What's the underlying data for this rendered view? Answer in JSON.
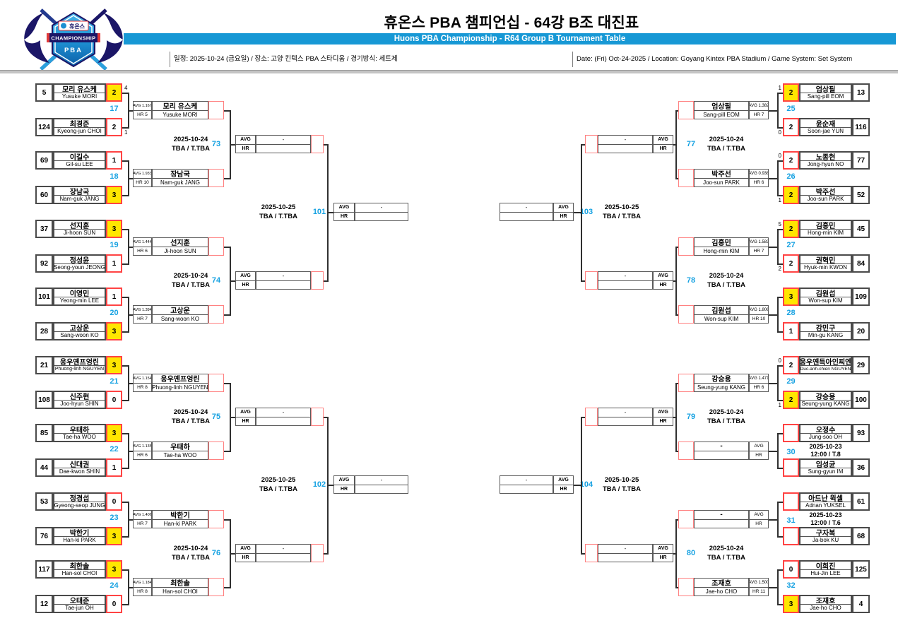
{
  "header": {
    "title_kr": "휴온스 PBA 챔피언십 - 64강 B조 대진표",
    "subtitle_en": "Huons PBA Championship - R64 Group B Tournament Table",
    "info_kr": "일정: 2025-10-24 (금요일) / 장소: 고양 킨텍스 PBA 스타디움 / 경기방식: 세트제",
    "info_en": "Date: (Fri) Oct-24-2025 / Location: Goyang Kintex PBA Stadium / Game System: Set System",
    "logo": {
      "brand": "휴온스",
      "championship": "CHAMPIONSHIP",
      "pba": "PBA"
    }
  },
  "colors": {
    "accent_blue": "#1798d5",
    "match_number_blue": "#17a2e2",
    "winner_yellow": "#ffe600",
    "score_border_red": "#ff4343",
    "logo_navy": "#1b1667"
  },
  "labels": {
    "avg": "AVG",
    "hr": "HR"
  },
  "r64": [
    {
      "no": "17",
      "p1": {
        "seed": "5",
        "kr": "모리 유스케",
        "en": "Yusuke MORI",
        "score": "2",
        "win": true,
        "so": "4"
      },
      "p2": {
        "seed": "124",
        "kr": "최경준",
        "en": "Kyeong-jun CHOI",
        "score": "2",
        "win": false,
        "so": "1"
      }
    },
    {
      "no": "18",
      "p1": {
        "seed": "69",
        "kr": "이길수",
        "en": "Gil-su LEE",
        "score": "1",
        "win": false
      },
      "p2": {
        "seed": "60",
        "kr": "장남국",
        "en": "Nam-guk JANG",
        "score": "3",
        "win": true
      }
    },
    {
      "no": "19",
      "p1": {
        "seed": "37",
        "kr": "선지훈",
        "en": "Ji-hoon SUN",
        "score": "3",
        "win": true
      },
      "p2": {
        "seed": "92",
        "kr": "정성윤",
        "en": "Seong-youn JEONG",
        "score": "1",
        "win": false
      }
    },
    {
      "no": "20",
      "p1": {
        "seed": "101",
        "kr": "이영민",
        "en": "Yeong-min LEE",
        "score": "1",
        "win": false
      },
      "p2": {
        "seed": "28",
        "kr": "고상운",
        "en": "Sang-woon KO",
        "score": "3",
        "win": true
      }
    },
    {
      "no": "21",
      "p1": {
        "seed": "21",
        "kr": "응우옌프엉린",
        "en": "Phuong-linh NGUYEN",
        "score": "3",
        "win": true
      },
      "p2": {
        "seed": "108",
        "kr": "신주현",
        "en": "Joo-hyun SHIN",
        "score": "0",
        "win": false
      }
    },
    {
      "no": "22",
      "p1": {
        "seed": "85",
        "kr": "우태하",
        "en": "Tae-ha WOO",
        "score": "3",
        "win": true
      },
      "p2": {
        "seed": "44",
        "kr": "신대권",
        "en": "Dae-kwon SHIN",
        "score": "1",
        "win": false
      }
    },
    {
      "no": "23",
      "p1": {
        "seed": "53",
        "kr": "정경섭",
        "en": "Gyeong-seop JUNG",
        "score": "0",
        "win": false
      },
      "p2": {
        "seed": "76",
        "kr": "박한기",
        "en": "Han-ki PARK",
        "score": "3",
        "win": true
      }
    },
    {
      "no": "24",
      "p1": {
        "seed": "117",
        "kr": "최한솔",
        "en": "Han-sol CHOI",
        "score": "3",
        "win": true
      },
      "p2": {
        "seed": "12",
        "kr": "오태준",
        "en": "Tae-jun OH",
        "score": "0",
        "win": false
      }
    },
    {
      "no": "25",
      "p1": {
        "seed": "13",
        "kr": "엄상필",
        "en": "Sang-pill EOM",
        "score": "2",
        "win": true,
        "so": "1"
      },
      "p2": {
        "seed": "116",
        "kr": "윤순재",
        "en": "Soon-jae YUN",
        "score": "2",
        "win": false,
        "so": "0"
      }
    },
    {
      "no": "26",
      "p1": {
        "seed": "77",
        "kr": "노종현",
        "en": "Jong-hyun NO",
        "score": "2",
        "win": false,
        "so": "0"
      },
      "p2": {
        "seed": "52",
        "kr": "박주선",
        "en": "Joo-sun PARK",
        "score": "2",
        "win": true,
        "so": "1"
      }
    },
    {
      "no": "27",
      "p1": {
        "seed": "45",
        "kr": "김홍민",
        "en": "Hong-min KIM",
        "score": "2",
        "win": true,
        "so": "5"
      },
      "p2": {
        "seed": "84",
        "kr": "권혁민",
        "en": "Hyuk-min KWON",
        "score": "2",
        "win": false,
        "so": "2"
      }
    },
    {
      "no": "28",
      "p1": {
        "seed": "109",
        "kr": "김원섭",
        "en": "Won-sup KIM",
        "score": "3",
        "win": true
      },
      "p2": {
        "seed": "20",
        "kr": "강민구",
        "en": "Min-gu KANG",
        "score": "1",
        "win": false
      }
    },
    {
      "no": "29",
      "p1": {
        "seed": "29",
        "kr": "응우옌득아인찌엔",
        "en": "Duc-anh-chien NGUYEN",
        "score": "2",
        "win": false,
        "so": "0"
      },
      "p2": {
        "seed": "100",
        "kr": "강승용",
        "en": "Seung-yung KANG",
        "score": "2",
        "win": true,
        "so": "1"
      }
    },
    {
      "no": "30",
      "schedule": {
        "date": "2025-10-23",
        "time": "12:00 / T.8"
      },
      "p1": {
        "seed": "93",
        "kr": "오정수",
        "en": "Jung-soo OH",
        "score": "",
        "win": false
      },
      "p2": {
        "seed": "36",
        "kr": "임성균",
        "en": "Sung-gyun IM",
        "score": "",
        "win": false
      }
    },
    {
      "no": "31",
      "schedule": {
        "date": "2025-10-23",
        "time": "12:00 / T.6"
      },
      "p1": {
        "seed": "61",
        "kr": "아드난 윅셀",
        "en": "Adnan YUKSEL",
        "score": "",
        "win": false
      },
      "p2": {
        "seed": "68",
        "kr": "구자복",
        "en": "Ja-bok KU",
        "score": "",
        "win": false
      }
    },
    {
      "no": "32",
      "p1": {
        "seed": "125",
        "kr": "이희진",
        "en": "Hui-Jin LEE",
        "score": "0",
        "win": false
      },
      "p2": {
        "seed": "4",
        "kr": "조재호",
        "en": "Jae-ho CHO",
        "score": "3",
        "win": true
      }
    }
  ],
  "r32": [
    {
      "no": "73",
      "date": "2025-10-24",
      "slot": "TBA / T.TBA",
      "result_avg": "-",
      "result_hr": "",
      "w1": {
        "avg": "AVG 1.167",
        "hr": "HR 5",
        "kr": "모리 유스케",
        "en": "Yusuke MORI"
      },
      "w2": {
        "avg": "AVG 1.933",
        "hr": "HR 10",
        "kr": "장남국",
        "en": "Nam-guk JANG"
      }
    },
    {
      "no": "74",
      "date": "2025-10-24",
      "slot": "TBA / T.TBA",
      "result_avg": "-",
      "result_hr": "",
      "w1": {
        "avg": "AVG 1.444",
        "hr": "HR 6",
        "kr": "선지훈",
        "en": "Ji-hoon SUN"
      },
      "w2": {
        "avg": "AVG 1.394",
        "hr": "HR 7",
        "kr": "고상운",
        "en": "Sang-woon KO"
      }
    },
    {
      "no": "75",
      "date": "2025-10-24",
      "slot": "TBA / T.TBA",
      "result_avg": "-",
      "result_hr": "",
      "w1": {
        "avg": "AVG 1.154",
        "hr": "HR 8",
        "kr": "응우옌프엉린",
        "en": "Phuong-linh NGUYEN"
      },
      "w2": {
        "avg": "AVG 1.135",
        "hr": "HR 6",
        "kr": "우태하",
        "en": "Tae-ha WOO"
      }
    },
    {
      "no": "76",
      "date": "2025-10-24",
      "slot": "TBA / T.TBA",
      "result_avg": "-",
      "result_hr": "",
      "w1": {
        "avg": "AVG 1.406",
        "hr": "HR 7",
        "kr": "박한기",
        "en": "Han-ki PARK"
      },
      "w2": {
        "avg": "AVG 1.184",
        "hr": "HR 8",
        "kr": "최한솔",
        "en": "Han-sol CHOI"
      }
    },
    {
      "no": "77",
      "date": "2025-10-24",
      "slot": "TBA / T.TBA",
      "result_avg": "-",
      "result_hr": "",
      "w1": {
        "avg": "AVG 1.382",
        "hr": "HR 7",
        "kr": "엄상필",
        "en": "Sang-pill EOM"
      },
      "w2": {
        "avg": "AVG 0.938",
        "hr": "HR 6",
        "kr": "박주선",
        "en": "Joo-sun PARK"
      }
    },
    {
      "no": "78",
      "date": "2025-10-24",
      "slot": "TBA / T.TBA",
      "result_avg": "-",
      "result_hr": "",
      "w1": {
        "avg": "AVG 1.583",
        "hr": "HR 7",
        "kr": "김홍민",
        "en": "Hong-min KIM"
      },
      "w2": {
        "avg": "AVG 1.806",
        "hr": "HR 10",
        "kr": "김원섭",
        "en": "Won-sup KIM"
      }
    },
    {
      "no": "79",
      "date": "2025-10-24",
      "slot": "TBA / T.TBA",
      "result_avg": "-",
      "result_hr": "",
      "w1": {
        "avg": "AVG 1.471",
        "hr": "HR 6",
        "kr": "강승용",
        "en": "Seung-yung KANG"
      },
      "w2": {
        "avg": "AVG",
        "hr": "HR",
        "kr": "-",
        "en": ""
      }
    },
    {
      "no": "80",
      "date": "2025-10-24",
      "slot": "TBA / T.TBA",
      "result_avg": "-",
      "result_hr": "",
      "w1": {
        "avg": "AVG",
        "hr": "HR",
        "kr": "-",
        "en": ""
      },
      "w2": {
        "avg": "AVG 1.500",
        "hr": "HR 11",
        "kr": "조재호",
        "en": "Jae-ho CHO"
      }
    }
  ],
  "r16": [
    {
      "no": "101",
      "date": "2025-10-25",
      "slot": "TBA / T.TBA",
      "result_avg": "-",
      "result_hr": ""
    },
    {
      "no": "102",
      "date": "2025-10-25",
      "slot": "TBA / T.TBA",
      "result_avg": "-",
      "result_hr": ""
    },
    {
      "no": "103",
      "date": "2025-10-25",
      "slot": "TBA / T.TBA",
      "result_avg": "-",
      "result_hr": ""
    },
    {
      "no": "104",
      "date": "2025-10-25",
      "slot": "TBA / T.TBA",
      "result_avg": "-",
      "result_hr": ""
    }
  ]
}
